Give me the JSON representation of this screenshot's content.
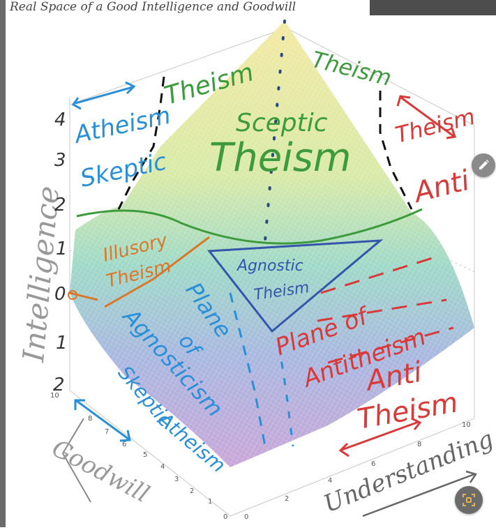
{
  "header_caption": "Real Space of a Good Intelligence and Goodwill",
  "axes": {
    "intelligence": {
      "label": "Intelligence",
      "ticks": [
        "4",
        "3",
        "2",
        "1",
        "0",
        "1",
        "2"
      ]
    },
    "goodwill": {
      "label": "Goodwill",
      "ticks": [
        "10",
        "8",
        "7",
        "6",
        "5",
        "4",
        "3",
        "2",
        "1",
        "0"
      ]
    },
    "understanding": {
      "label": "Understanding",
      "ticks": [
        "10",
        "8",
        "6",
        "4",
        "2",
        "0"
      ]
    }
  },
  "labels": {
    "atheism_skeptic_1": "Atheism",
    "atheism_skeptic_2": "Skeptic",
    "theism_top_left": "Theism",
    "theism_top_right": "Theism",
    "sceptic_theism_1": "Sceptic",
    "sceptic_theism_2": "Theism",
    "theism_anti_1": "Theism",
    "theism_anti_2": "Anti",
    "illusory_theism_1": "Illusory",
    "illusory_theism_2": "Theism",
    "agnostic_theism_1": "Agnostic",
    "agnostic_theism_2": "Theism",
    "plane_of_agnosticism_1": "Plane",
    "plane_of_agnosticism_2": "of",
    "plane_of_agnosticism_3": "Agnosticism",
    "plane_of_antitheism_1": "Plane of",
    "plane_of_antitheism_2": "Antitheism",
    "anti_theism_1": "Anti",
    "anti_theism_2": "Theism",
    "skeptic_atheism_1": "Skeptic",
    "skeptic_atheism_2": "Atheism"
  },
  "colors": {
    "atheism_blue": "#2a8fd6",
    "theism_green": "#3d9a3d",
    "anti_red": "#d83a3a",
    "illusory_orange": "#d9782a",
    "agnostic_navy": "#3355aa",
    "pencil_gray": "#777777"
  },
  "icons": {
    "edit": "pencil-icon",
    "scan": "scan-icon"
  }
}
